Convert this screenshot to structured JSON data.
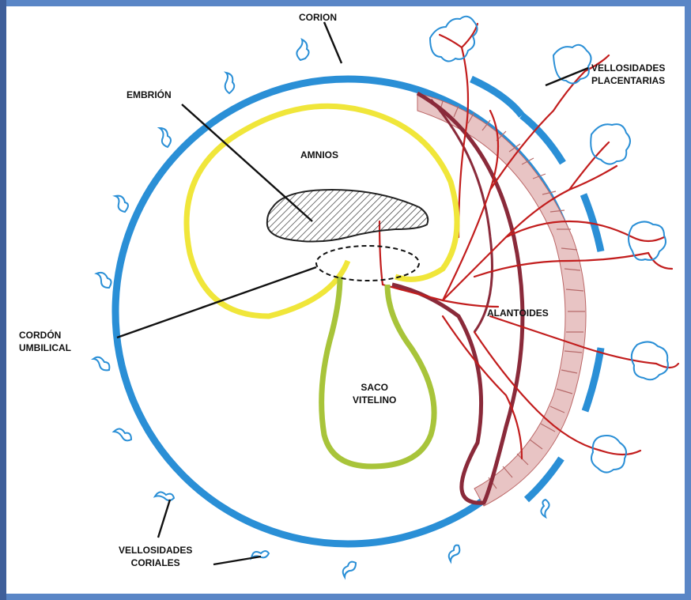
{
  "labels": {
    "corion": "CORION",
    "embrion": "EMBRIÓN",
    "amnios": "AMNIOS",
    "vellosidades_placentarias": [
      "VELLOSIDADES",
      "PLACENTARIAS"
    ],
    "alantoides": "ALANTOIDES",
    "cordon_umbilical": [
      "CORDÓN",
      "UMBILICAL"
    ],
    "saco_vitelino": [
      "SACO",
      "VITELINO"
    ],
    "vellosidades_coriales": [
      "VELLOSIDADES",
      "CORIALES"
    ]
  },
  "colors": {
    "border": "#5a86c6",
    "corion": "#2a8fd6",
    "amnios": "#f0e63a",
    "saco_vitelino": "#a8c43a",
    "vessels": "#c21d1d",
    "alantoides": "#8a2a3a",
    "placenta_hatch": "#c98a8a",
    "embryo": "#555555"
  }
}
